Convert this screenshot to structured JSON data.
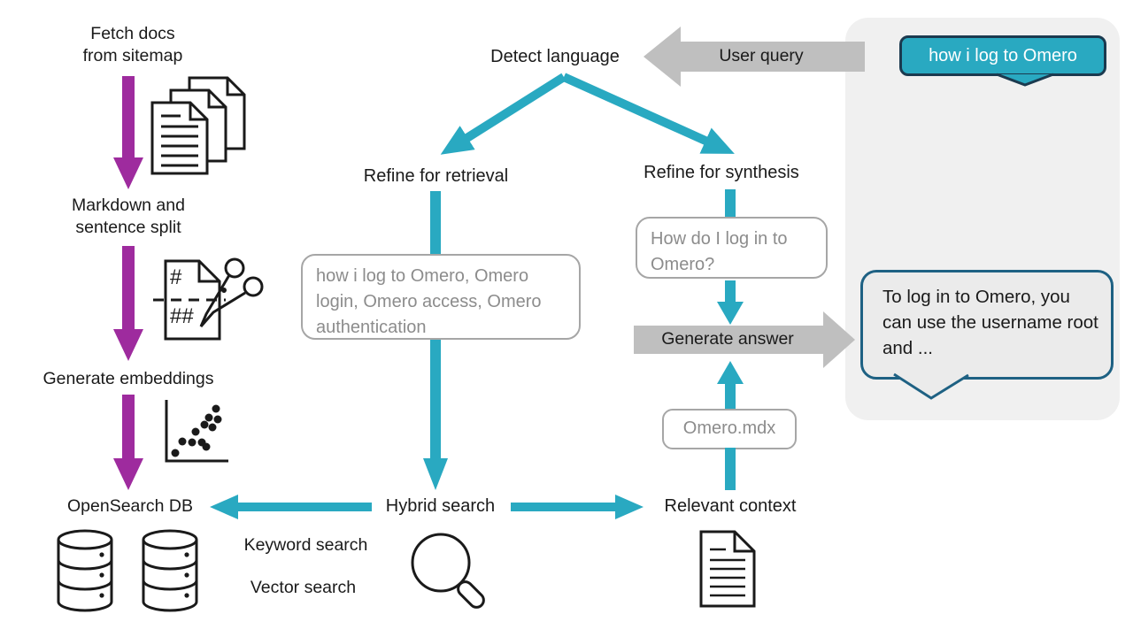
{
  "colors": {
    "teal": "#29a9c1",
    "purple": "#9e2b9e",
    "gray_arrow": "#bfbfbf",
    "panel_bg": "#f0f0f0",
    "box_border": "#a6a6a6",
    "muted_text": "#8c8c8c",
    "query_bubble_fill": "#29a9c1",
    "query_bubble_border": "#1b3a4f",
    "answer_bubble_fill": "#ebebeb",
    "answer_bubble_border": "#1e6183"
  },
  "ingest_pipeline": {
    "fetch_docs": "Fetch docs\nfrom sitemap",
    "markdown_split": "Markdown and\nsentence split",
    "generate_embeddings": "Generate embeddings",
    "opensearch_db": "OpenSearch DB",
    "icons": {
      "documents": "documents-stack-icon",
      "split": "markdown-scissors-icon",
      "embeddings": "scatter-plot-icon",
      "database": "database-icon"
    }
  },
  "query_pipeline": {
    "detect_language": "Detect language",
    "user_query": "User query",
    "refine_retrieval": "Refine for retrieval",
    "refine_synthesis": "Refine for synthesis",
    "retrieval_keywords": "how i log to Omero, Omero login, Omero access, Omero authentication",
    "synthesis_question": "How do I log in to Omero?",
    "hybrid_search": "Hybrid search",
    "keyword_search": "Keyword search",
    "vector_search": "Vector search",
    "relevant_context": "Relevant context",
    "context_file": "Omero.mdx",
    "generate_answer": "Generate answer",
    "icons": {
      "search": "magnifier-icon",
      "context": "document-icon"
    }
  },
  "chat": {
    "query_bubble": "how i log to Omero",
    "answer_bubble": "To log in to Omero, you can use the username root and ..."
  }
}
